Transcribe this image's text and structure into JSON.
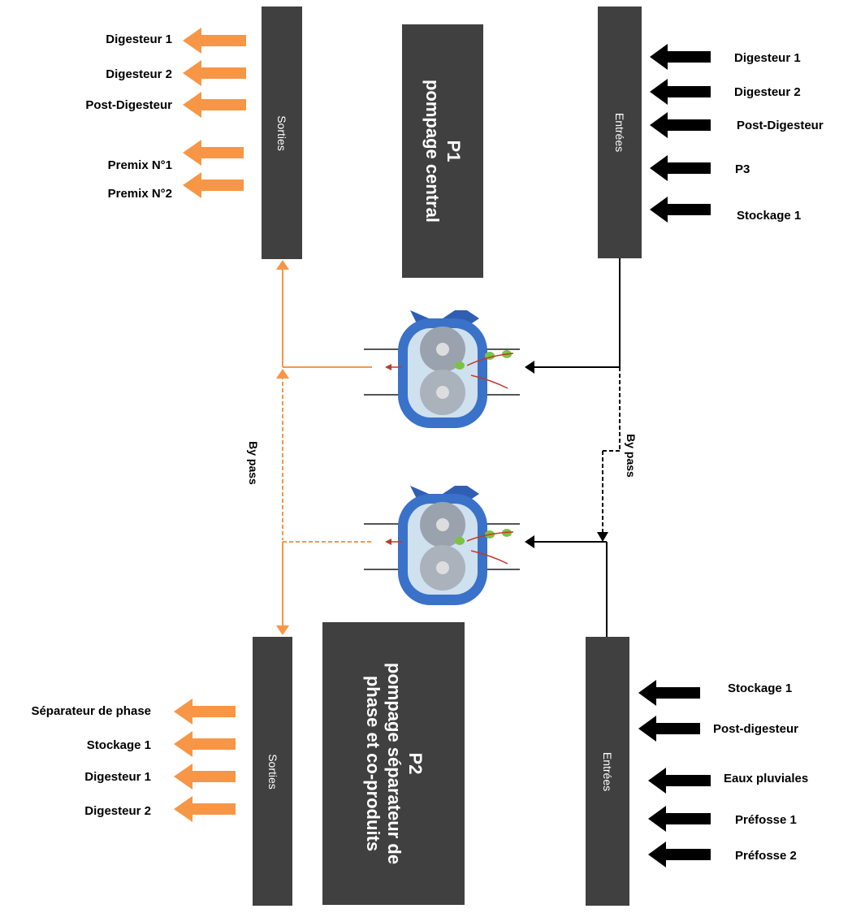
{
  "colors": {
    "box": "#404040",
    "orange": "#f79646",
    "black": "#000000",
    "pump_blue": "#3a6fc4",
    "red": "#c0392b",
    "green": "#7cc243"
  },
  "p1": {
    "title": "P1",
    "subtitle": "pompage central",
    "outputs_label": "Sorties",
    "inputs_label": "Entrées",
    "outputs": [
      "Digesteur 1",
      "Digesteur 2",
      "Post-Digesteur",
      "Premix N°1",
      "Premix N°2"
    ],
    "inputs": [
      "Digesteur 1",
      "Digesteur 2",
      "Post-Digesteur",
      "P3",
      "Stockage 1"
    ]
  },
  "p2": {
    "title": "P2",
    "subtitle": "pompage séparateur de phase et co-produits",
    "outputs_label": "Sorties",
    "inputs_label": "Entrées",
    "outputs": [
      "Séparateur de phase",
      "Stockage 1",
      "Digesteur 1",
      "Digesteur 2"
    ],
    "inputs": [
      "Stockage 1",
      "Post-digesteur",
      "Eaux  pluviales",
      "Préfosse 1",
      "Préfosse  2"
    ]
  },
  "bypass": {
    "left": "By pass",
    "right": "By pass"
  }
}
